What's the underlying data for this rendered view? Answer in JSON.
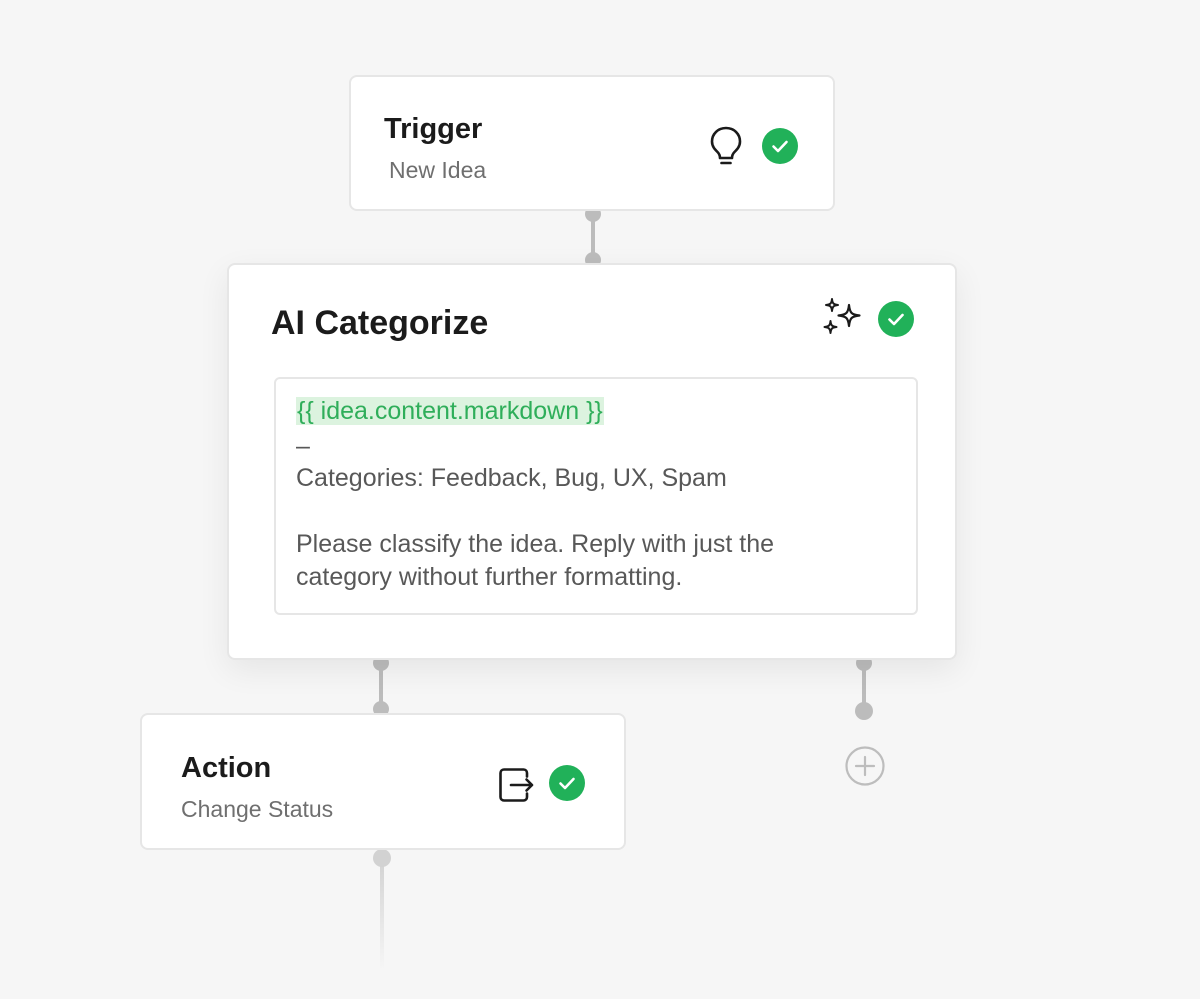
{
  "colors": {
    "canvas": "#f6f6f6",
    "success": "#21b159",
    "variable_text": "#2fae5a",
    "variable_highlight": "#dcf3df"
  },
  "trigger": {
    "title": "Trigger",
    "subtitle": "New Idea",
    "icon": "lightbulb-icon",
    "status_icon": "check-circle-icon"
  },
  "ai_categorize": {
    "title": "AI Categorize",
    "icon": "sparkles-icon",
    "status_icon": "check-circle-icon",
    "prompt": {
      "variable": "{{ idea.content.markdown }}",
      "separator": "–",
      "categories_line": "Categories: Feedback, Bug, UX, Spam",
      "instruction_line_1": "Please classify the idea. Reply with just the",
      "instruction_line_2": "category without further formatting."
    }
  },
  "action": {
    "title": "Action",
    "subtitle": "Change Status",
    "icon": "exit-icon",
    "status_icon": "check-circle-icon"
  },
  "add_step": {
    "icon": "plus-circle-icon"
  }
}
